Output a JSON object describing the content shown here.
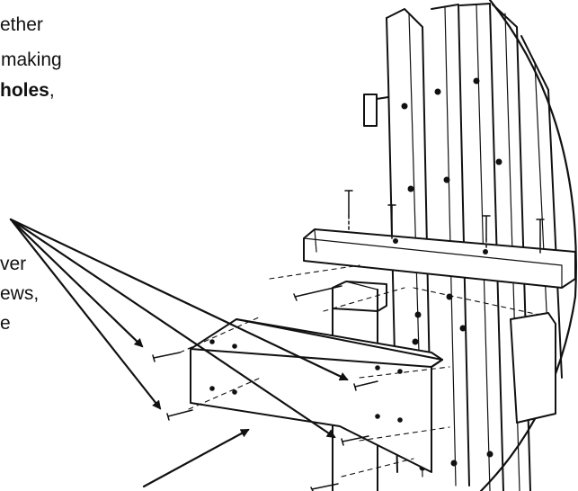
{
  "instructions": {
    "line1": "ether",
    "line2": "making",
    "line3_bold": "holes",
    "line3_tail": ",",
    "line4": "ver",
    "line5": "ews,",
    "line6": "e"
  },
  "colors": {
    "ink": "#111111",
    "paper": "#ffffff"
  },
  "icons": {
    "screw": "screw-icon",
    "arrow": "arrow-icon"
  }
}
